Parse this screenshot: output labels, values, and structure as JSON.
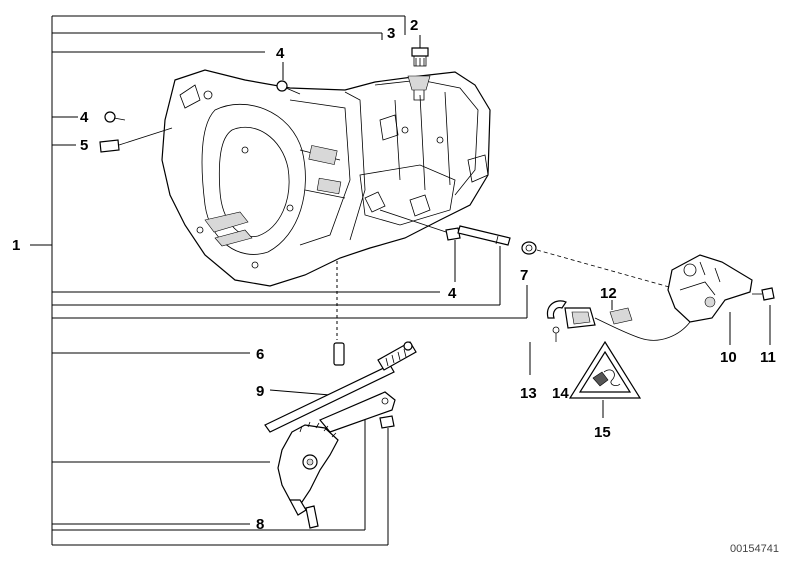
{
  "callouts": {
    "c1": "1",
    "c2": "2",
    "c3": "3",
    "c4a": "4",
    "c4b": "4",
    "c4c": "4",
    "c5": "5",
    "c6": "6",
    "c7": "7",
    "c8": "8",
    "c9": "9",
    "c10": "10",
    "c11": "11",
    "c12": "12",
    "c13": "13",
    "c14": "14",
    "c15": "15"
  },
  "doc_id": "00154741",
  "colors": {
    "line": "#000000",
    "shade": "#d8d8d8",
    "background": "#ffffff"
  }
}
